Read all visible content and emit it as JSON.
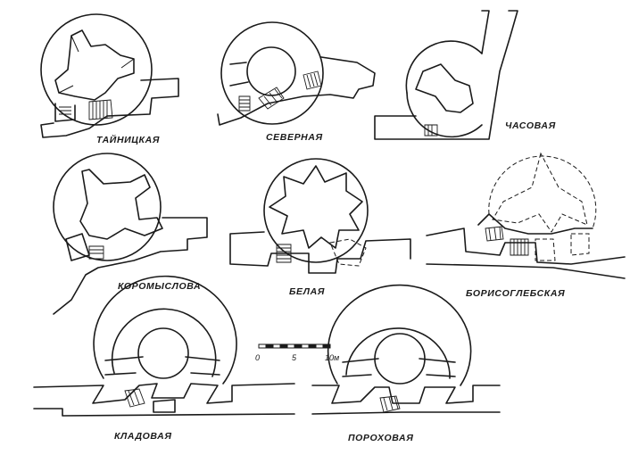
{
  "towers": [
    {
      "id": "tainitskaya",
      "name": "ТАЙНИЦКАЯ"
    },
    {
      "id": "severnaya",
      "name": "СЕВЕРНАЯ"
    },
    {
      "id": "chasovaya",
      "name": "ЧАСОВАЯ"
    },
    {
      "id": "koromyslova",
      "name": "КОРОМЫСЛОВА"
    },
    {
      "id": "belaya",
      "name": "БЕЛАЯ"
    },
    {
      "id": "borisoglebskaya",
      "name": "БОРИСОГЛЕБСКАЯ"
    },
    {
      "id": "kladovaya",
      "name": "КЛАДОВАЯ"
    },
    {
      "id": "porokhovaya",
      "name": "ПОРОХОВАЯ"
    }
  ],
  "scale_bar": {
    "ticks": [
      "0",
      "5",
      "10м"
    ]
  }
}
